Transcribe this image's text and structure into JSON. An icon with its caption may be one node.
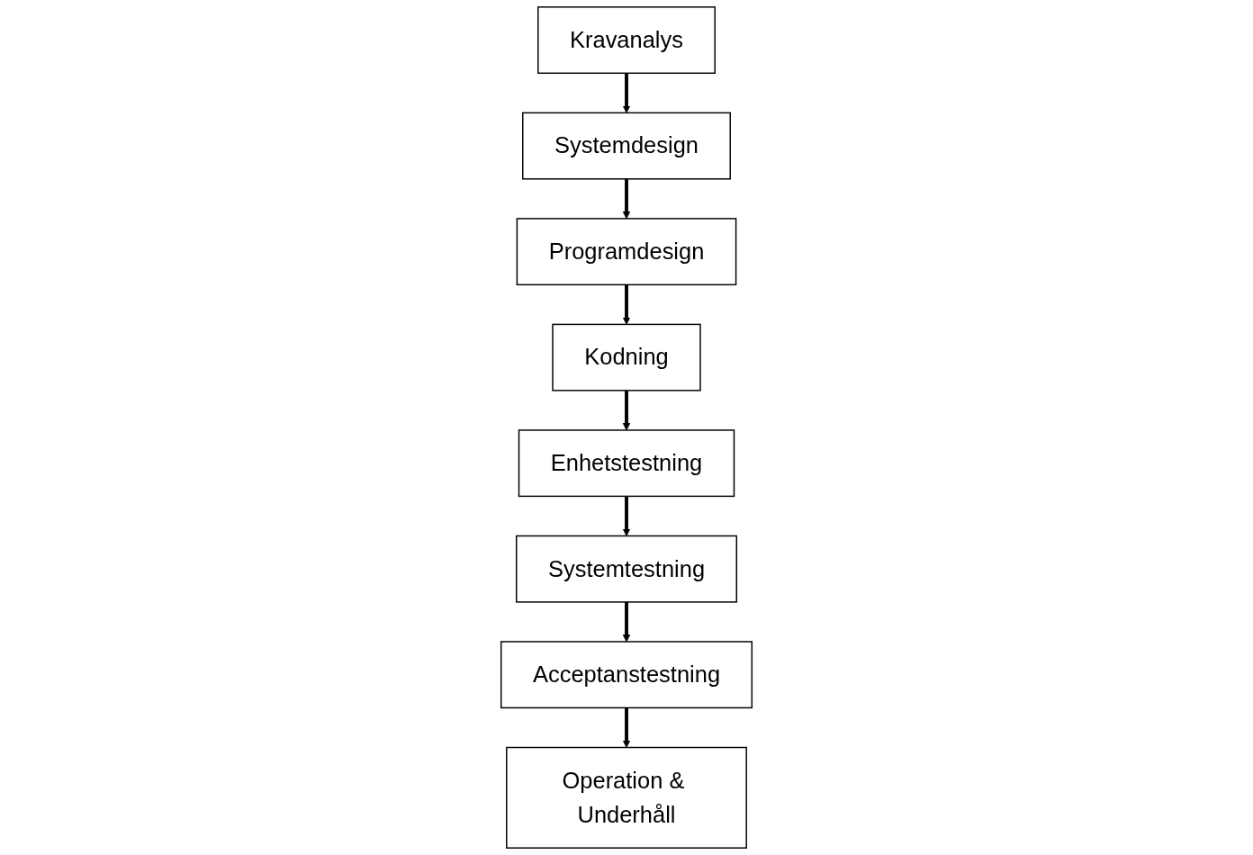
{
  "diagram": {
    "nodes": [
      {
        "text": [
          "Kravanalys"
        ]
      },
      {
        "text": [
          "Systemdesign"
        ]
      },
      {
        "text": [
          "Programdesign"
        ]
      },
      {
        "text": [
          "Kodning"
        ]
      },
      {
        "text": [
          "Enhetstestning"
        ]
      },
      {
        "text": [
          "Systemtestning"
        ]
      },
      {
        "text": [
          "Acceptanstestning"
        ]
      },
      {
        "text": [
          "Operation & Underhåll"
        ]
      }
    ],
    "edges": [
      {
        "from": 0,
        "to": 1,
        "arrow": "to"
      },
      {
        "from": 1,
        "to": 2,
        "arrow": "to"
      },
      {
        "from": 2,
        "to": 3,
        "arrow": "to"
      },
      {
        "from": 3,
        "to": 4,
        "arrow": "to"
      },
      {
        "from": 4,
        "to": 5,
        "arrow": "to"
      },
      {
        "from": 5,
        "to": 6,
        "arrow": "to"
      },
      {
        "from": 6,
        "to": 7,
        "arrow": "to"
      }
    ]
  }
}
